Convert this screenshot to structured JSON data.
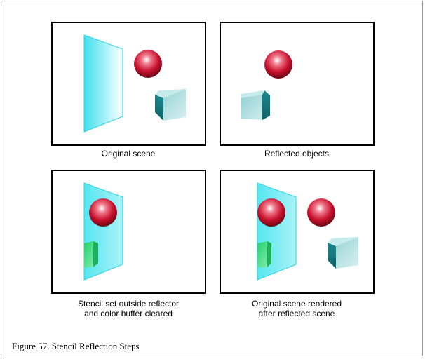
{
  "figure": {
    "caption": "Figure 57. Stencil Reflection Steps"
  },
  "panels": [
    {
      "id": "original",
      "caption_lines": [
        "Original scene"
      ]
    },
    {
      "id": "reflected",
      "caption_lines": [
        "Reflected objects"
      ]
    },
    {
      "id": "stencil",
      "caption_lines": [
        "Stencil set outside reflector",
        "and color buffer cleared"
      ]
    },
    {
      "id": "final",
      "caption_lines": [
        "Original scene rendered",
        "after reflected scene"
      ]
    }
  ],
  "colors": {
    "panel_border": "#000000",
    "mirror": "#5ee8f2",
    "sphere": "#c8102e",
    "cube": "#2fa9ad",
    "reflected_cube": "#3fe08a"
  }
}
